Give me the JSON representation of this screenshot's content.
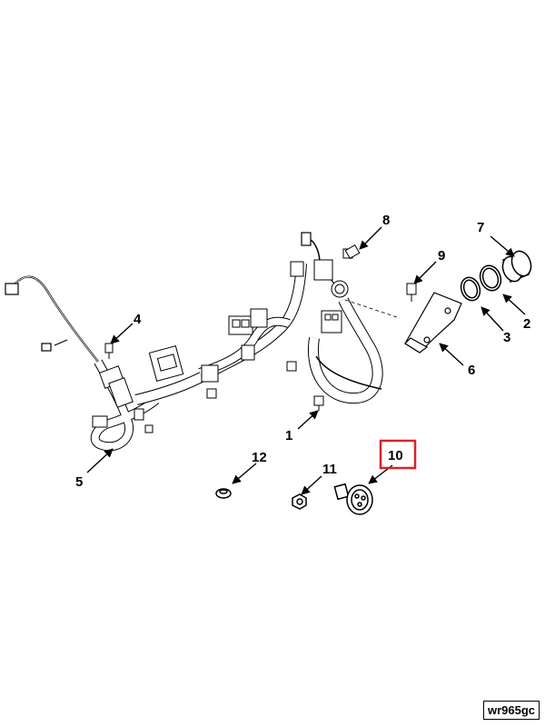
{
  "diagram": {
    "type": "exploded-parts-view",
    "highlighted_callout": "10",
    "highlight_color": "#d8232a",
    "line_color": "#000000"
  },
  "callouts": [
    {
      "id": "callout-1",
      "label": "1"
    },
    {
      "id": "callout-2",
      "label": "2"
    },
    {
      "id": "callout-3",
      "label": "3"
    },
    {
      "id": "callout-4",
      "label": "4"
    },
    {
      "id": "callout-5",
      "label": "5"
    },
    {
      "id": "callout-6",
      "label": "6"
    },
    {
      "id": "callout-7",
      "label": "7"
    },
    {
      "id": "callout-8",
      "label": "8"
    },
    {
      "id": "callout-9",
      "label": "9"
    },
    {
      "id": "callout-10",
      "label": "10"
    },
    {
      "id": "callout-11",
      "label": "11"
    },
    {
      "id": "callout-12",
      "label": "12"
    }
  ],
  "drawing_id": "wr965gc"
}
